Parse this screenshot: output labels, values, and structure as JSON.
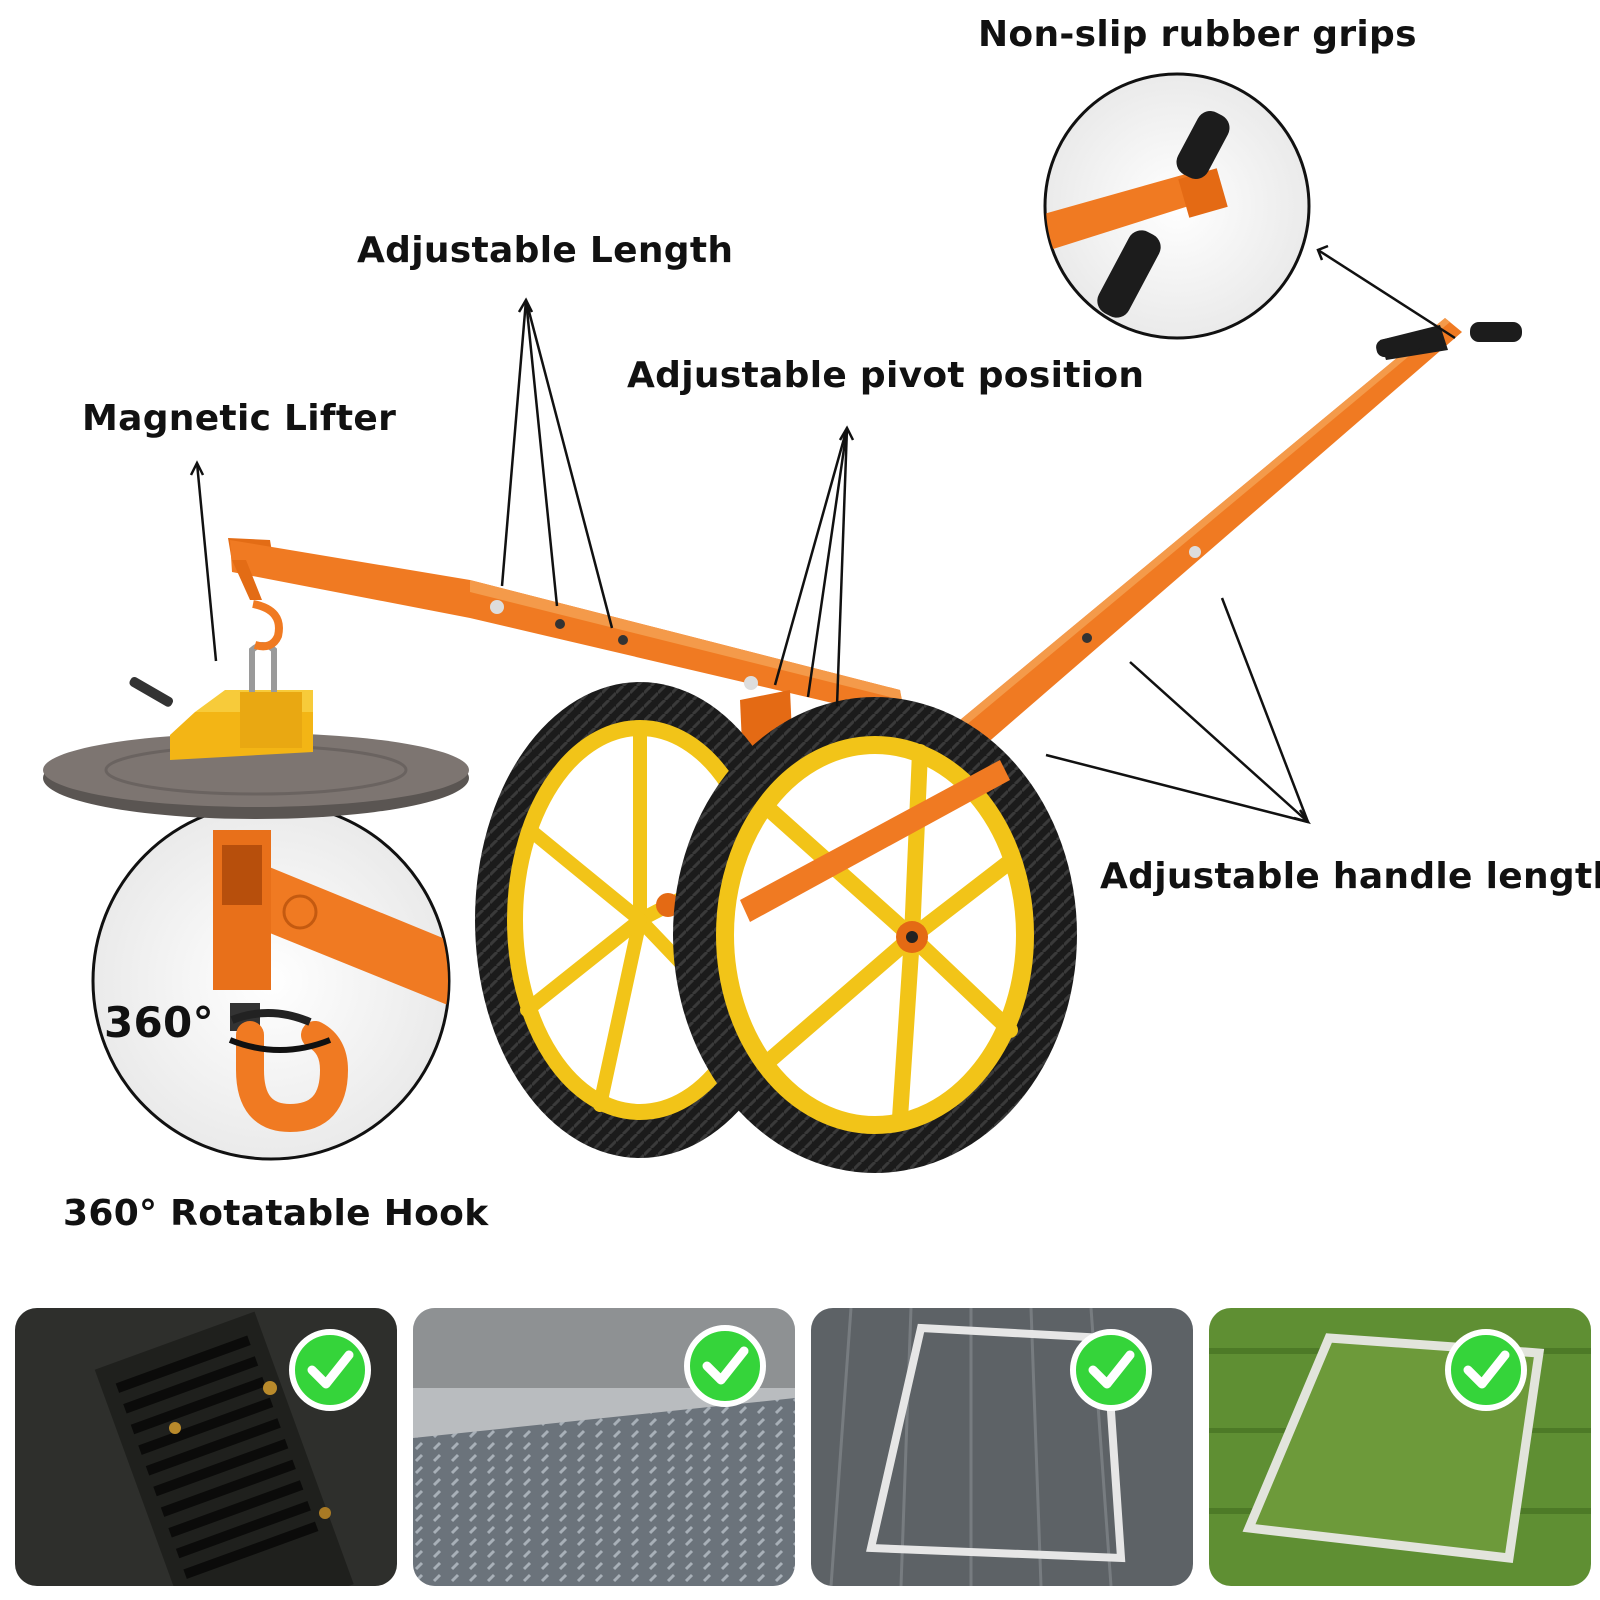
{
  "labels": {
    "grips": "Non-slip rubber grips",
    "length": "Adjustable Length",
    "pivot": "Adjustable pivot position",
    "lifter": "Magnetic Lifter",
    "handle": "Adjustable handle length",
    "rotation_badge": "360°",
    "hook": "360° Rotatable Hook"
  },
  "colors": {
    "frame": "#f07a22",
    "rim": "#f2c418",
    "tire": "#1a1a1a",
    "magnet": "#f3b515",
    "check": "#35d43a"
  },
  "surfaces": [
    {
      "icon": "drain-grate-photo",
      "ok": true
    },
    {
      "icon": "diamond-plate-photo",
      "ok": true
    },
    {
      "icon": "steel-manhole-cover-photo",
      "ok": true
    },
    {
      "icon": "grass-manhole-cover-photo",
      "ok": true
    }
  ]
}
